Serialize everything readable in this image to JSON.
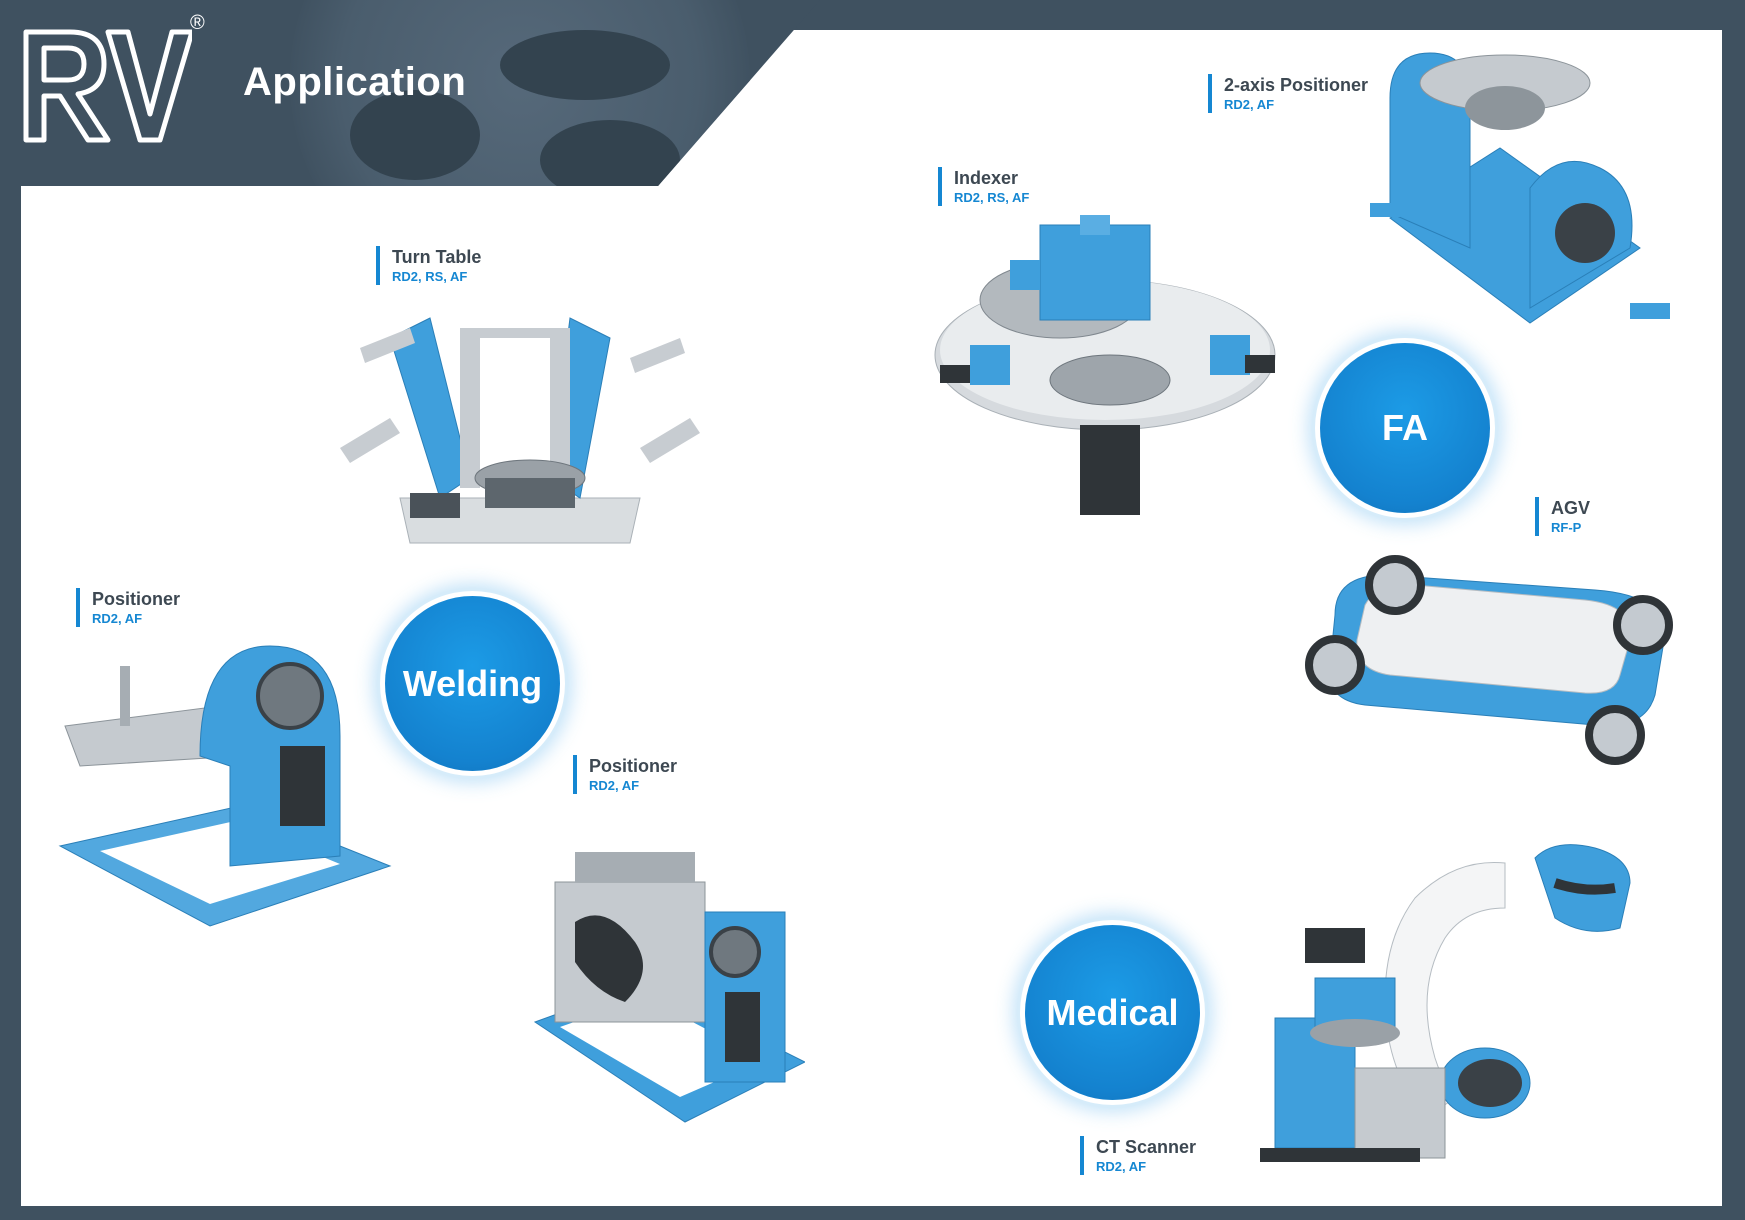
{
  "header": {
    "logo_text": "RV",
    "registered_mark": "®",
    "title": "Application"
  },
  "categories": {
    "welding": "Welding",
    "fa": "FA",
    "medical": "Medical"
  },
  "products": [
    {
      "name": "Turn Table",
      "codes": "RD2, RS, AF"
    },
    {
      "name": "Indexer",
      "codes": "RD2, RS, AF"
    },
    {
      "name": "2-axis Positioner",
      "codes": "RD2, AF"
    },
    {
      "name": "AGV",
      "codes": "RF-P"
    },
    {
      "name": "Positioner",
      "codes": "RD2, AF"
    },
    {
      "name": "Positioner",
      "codes": "RD2, AF"
    },
    {
      "name": "CT Scanner",
      "codes": "RD2, AF"
    }
  ],
  "colors": {
    "background": "#3f5160",
    "accent": "#1587d2",
    "machine_blue": "#3f9fdc",
    "machine_gray": "#b8bec4"
  }
}
